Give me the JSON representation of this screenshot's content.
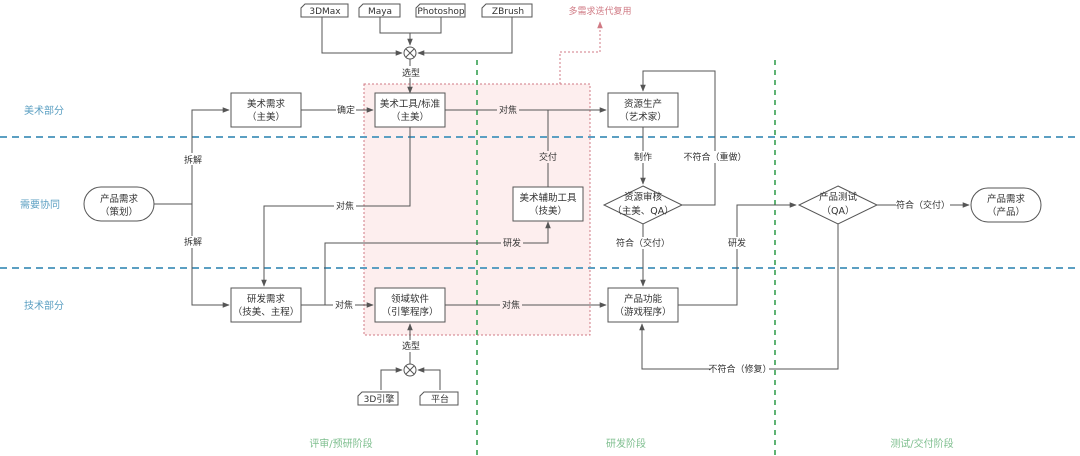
{
  "lanes": [
    {
      "id": "art",
      "label": "美术部分"
    },
    {
      "id": "collab",
      "label": "需要协同"
    },
    {
      "id": "tech",
      "label": "技术部分"
    }
  ],
  "phases": [
    {
      "id": "review",
      "label": "评审/预研阶段"
    },
    {
      "id": "dev",
      "label": "研发阶段"
    },
    {
      "id": "test",
      "label": "测试/交付阶段"
    }
  ],
  "note": {
    "label": "多需求迭代复用"
  },
  "tools_top": [
    "3DMax",
    "Maya",
    "Photoshop",
    "ZBrush"
  ],
  "tools_bottom": [
    "3D引擎",
    "平台"
  ],
  "nodes": {
    "product_req_plan": {
      "line1": "产品需求",
      "line2": "（策划）"
    },
    "art_req": {
      "line1": "美术需求",
      "line2": "（主美）"
    },
    "art_tools": {
      "line1": "美术工具/标准",
      "line2": "（主美）"
    },
    "resource_prod": {
      "line1": "资源生产",
      "line2": "（艺术家）"
    },
    "art_aux_tools": {
      "line1": "美术辅助工具",
      "line2": "（技美）"
    },
    "resource_review": {
      "line1": "资源审核",
      "line2": "（主美、QA）"
    },
    "product_test": {
      "line1": "产品测试",
      "line2": "（QA）"
    },
    "product_req_final": {
      "line1": "产品需求",
      "line2": "（产品）"
    },
    "dev_req": {
      "line1": "研发需求",
      "line2": "（技美、主程）"
    },
    "domain_sw": {
      "line1": "领域软件",
      "line2": "（引擎程序）"
    },
    "product_feature": {
      "line1": "产品功能",
      "line2": "（游戏程序）"
    }
  },
  "edge_labels": {
    "select_top": "选型",
    "select_bottom": "选型",
    "decompose_up": "拆解",
    "decompose_down": "拆解",
    "confirm": "确定",
    "align_art": "对焦",
    "align_collab": "对焦",
    "align_dev": "对焦",
    "align_domain": "对焦",
    "deliver_aux": "交付",
    "develop_aux": "研发",
    "make": "制作",
    "reject_redo": "不符合（重做）",
    "pass_deliver": "符合（交付）",
    "develop_test": "研发",
    "pass_final": "符合（交付）",
    "reject_fix": "不符合（修复）"
  },
  "colors": {
    "lane_divider": "#5b9fc2",
    "phase_divider": "#5fb374",
    "highlight_fill": "#fdeeee",
    "highlight_border": "#d07a84",
    "line": "#555555"
  }
}
